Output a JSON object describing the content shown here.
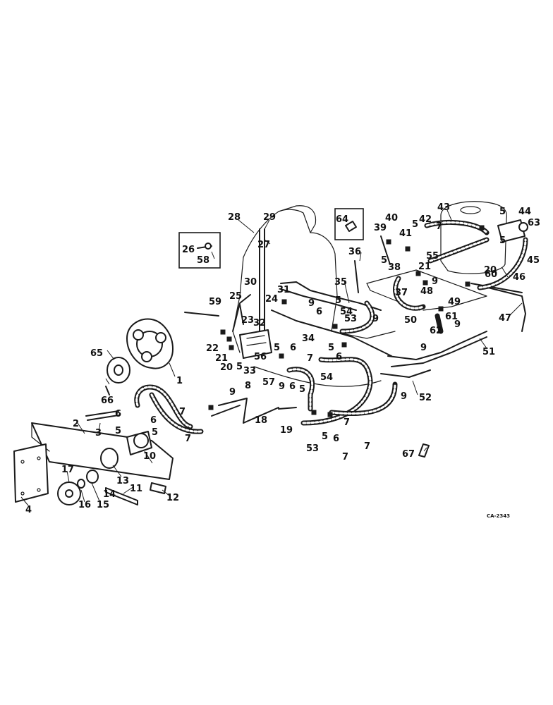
{
  "figure": {
    "reference_code": "CA-2343",
    "callouts": [
      "1",
      "2",
      "3",
      "4",
      "5",
      "6",
      "7",
      "8",
      "9",
      "10",
      "11",
      "12",
      "13",
      "14",
      "15",
      "16",
      "17",
      "18",
      "19",
      "20",
      "21",
      "22",
      "23",
      "24",
      "25",
      "26",
      "27",
      "28",
      "29",
      "30",
      "31",
      "32",
      "33",
      "34",
      "35",
      "36",
      "37",
      "38",
      "39",
      "40",
      "41",
      "42",
      "43",
      "44",
      "45",
      "46",
      "47",
      "48",
      "49",
      "50",
      "51",
      "52",
      "53",
      "54",
      "55",
      "56",
      "57",
      "58",
      "59",
      "60",
      "61",
      "62",
      "63",
      "64",
      "65",
      "66",
      "67"
    ]
  }
}
